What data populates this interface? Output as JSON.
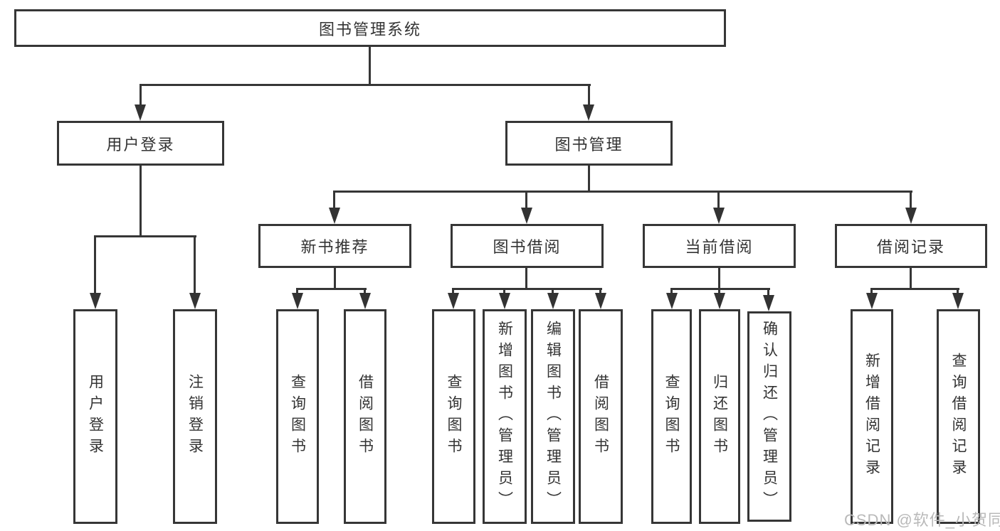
{
  "tree": {
    "root": {
      "label": "图书管理系统"
    },
    "children": [
      {
        "label": "用户登录",
        "children": [
          {
            "label": "用户登录"
          },
          {
            "label": "注销登录"
          }
        ]
      },
      {
        "label": "图书管理",
        "children": [
          {
            "label": "新书推荐",
            "children": [
              {
                "label": "查询图书"
              },
              {
                "label": "借阅图书"
              }
            ]
          },
          {
            "label": "图书借阅",
            "children": [
              {
                "label": "查询图书"
              },
              {
                "label": "新增图书（管理员）"
              },
              {
                "label": "编辑图书（管理员）"
              },
              {
                "label": "借阅图书"
              }
            ]
          },
          {
            "label": "当前借阅",
            "children": [
              {
                "label": "查询图书"
              },
              {
                "label": "归还图书"
              },
              {
                "label": "确认归还（管理员）"
              }
            ]
          },
          {
            "label": "借阅记录",
            "children": [
              {
                "label": "新增借阅记录"
              },
              {
                "label": "查询借阅记录"
              }
            ]
          }
        ]
      }
    ]
  },
  "watermark": {
    "text": "CSDN @软件_小贺同学"
  },
  "colors": {
    "line": "#363636",
    "text": "#333333",
    "watermark_text": "#b9b9b9",
    "background": "#ffffff"
  }
}
